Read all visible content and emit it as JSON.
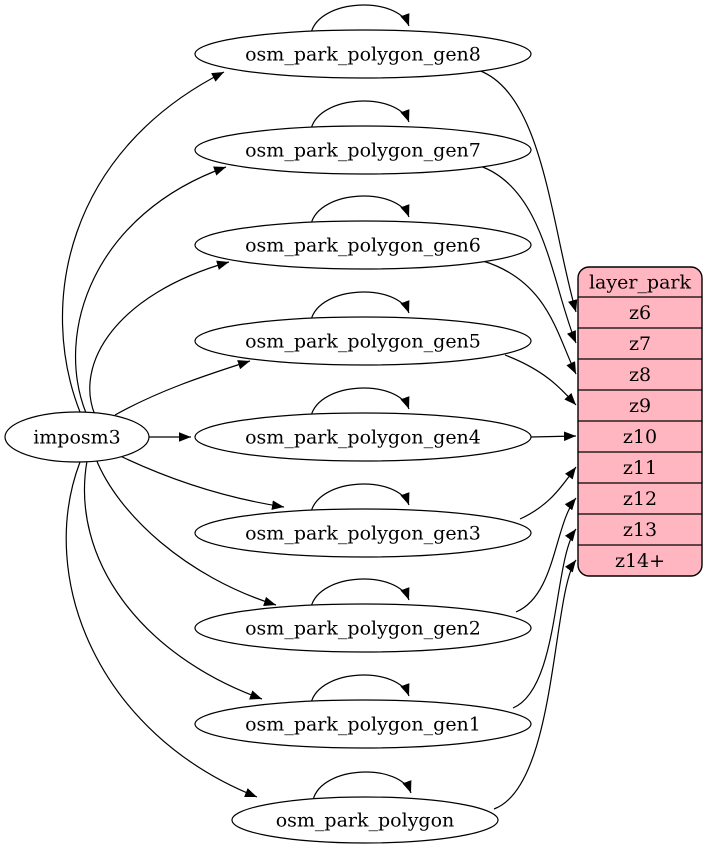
{
  "diagram": {
    "colors": {
      "layer_table_fill": "#ffb6c1",
      "node_fill": "#ffffff",
      "stroke": "#000000"
    },
    "imposm_node": {
      "id": "imposm3",
      "label": "imposm3"
    },
    "source_tables": [
      {
        "id": "osm_park_polygon_gen8",
        "label": "osm_park_polygon_gen8"
      },
      {
        "id": "osm_park_polygon_gen7",
        "label": "osm_park_polygon_gen7"
      },
      {
        "id": "osm_park_polygon_gen6",
        "label": "osm_park_polygon_gen6"
      },
      {
        "id": "osm_park_polygon_gen5",
        "label": "osm_park_polygon_gen5"
      },
      {
        "id": "osm_park_polygon_gen4",
        "label": "osm_park_polygon_gen4"
      },
      {
        "id": "osm_park_polygon_gen3",
        "label": "osm_park_polygon_gen3"
      },
      {
        "id": "osm_park_polygon_gen2",
        "label": "osm_park_polygon_gen2"
      },
      {
        "id": "osm_park_polygon_gen1",
        "label": "osm_park_polygon_gen1"
      },
      {
        "id": "osm_park_polygon",
        "label": "osm_park_polygon"
      }
    ],
    "layer_table": {
      "id": "layer_park",
      "title": "layer_park",
      "rows": [
        "z6",
        "z7",
        "z8",
        "z9",
        "z10",
        "z11",
        "z12",
        "z13",
        "z14+"
      ]
    },
    "edges": [
      {
        "from": "imposm3",
        "to": "osm_park_polygon_gen8"
      },
      {
        "from": "imposm3",
        "to": "osm_park_polygon_gen7"
      },
      {
        "from": "imposm3",
        "to": "osm_park_polygon_gen6"
      },
      {
        "from": "imposm3",
        "to": "osm_park_polygon_gen5"
      },
      {
        "from": "imposm3",
        "to": "osm_park_polygon_gen4"
      },
      {
        "from": "imposm3",
        "to": "osm_park_polygon_gen3"
      },
      {
        "from": "imposm3",
        "to": "osm_park_polygon_gen2"
      },
      {
        "from": "imposm3",
        "to": "osm_park_polygon_gen1"
      },
      {
        "from": "imposm3",
        "to": "osm_park_polygon"
      },
      {
        "from": "osm_park_polygon_gen8",
        "to": "osm_park_polygon_gen8"
      },
      {
        "from": "osm_park_polygon_gen7",
        "to": "osm_park_polygon_gen7"
      },
      {
        "from": "osm_park_polygon_gen6",
        "to": "osm_park_polygon_gen6"
      },
      {
        "from": "osm_park_polygon_gen5",
        "to": "osm_park_polygon_gen5"
      },
      {
        "from": "osm_park_polygon_gen4",
        "to": "osm_park_polygon_gen4"
      },
      {
        "from": "osm_park_polygon_gen3",
        "to": "osm_park_polygon_gen3"
      },
      {
        "from": "osm_park_polygon_gen2",
        "to": "osm_park_polygon_gen2"
      },
      {
        "from": "osm_park_polygon_gen1",
        "to": "osm_park_polygon_gen1"
      },
      {
        "from": "osm_park_polygon",
        "to": "osm_park_polygon"
      },
      {
        "from": "osm_park_polygon_gen8",
        "to": "z6"
      },
      {
        "from": "osm_park_polygon_gen7",
        "to": "z7"
      },
      {
        "from": "osm_park_polygon_gen6",
        "to": "z8"
      },
      {
        "from": "osm_park_polygon_gen5",
        "to": "z9"
      },
      {
        "from": "osm_park_polygon_gen4",
        "to": "z10"
      },
      {
        "from": "osm_park_polygon_gen3",
        "to": "z11"
      },
      {
        "from": "osm_park_polygon_gen2",
        "to": "z12"
      },
      {
        "from": "osm_park_polygon_gen1",
        "to": "z13"
      },
      {
        "from": "osm_park_polygon",
        "to": "z14+"
      }
    ]
  }
}
